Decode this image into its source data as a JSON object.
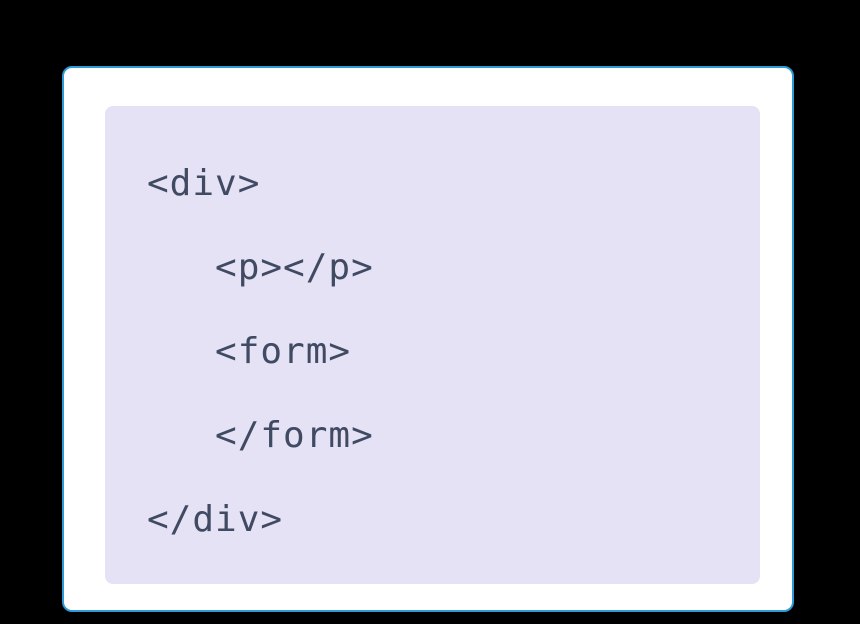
{
  "colors": {
    "background": "#000000",
    "card_background": "#ffffff",
    "card_border": "#2e9bd6",
    "code_block_background": "#e4e2f4",
    "code_text": "#414a63"
  },
  "code": {
    "language": "html",
    "lines": [
      {
        "text": "<div>"
      },
      {
        "text": "   <p></p>"
      },
      {
        "text": "   <form>"
      },
      {
        "text": "   </form>"
      },
      {
        "text": "</div>"
      }
    ]
  }
}
